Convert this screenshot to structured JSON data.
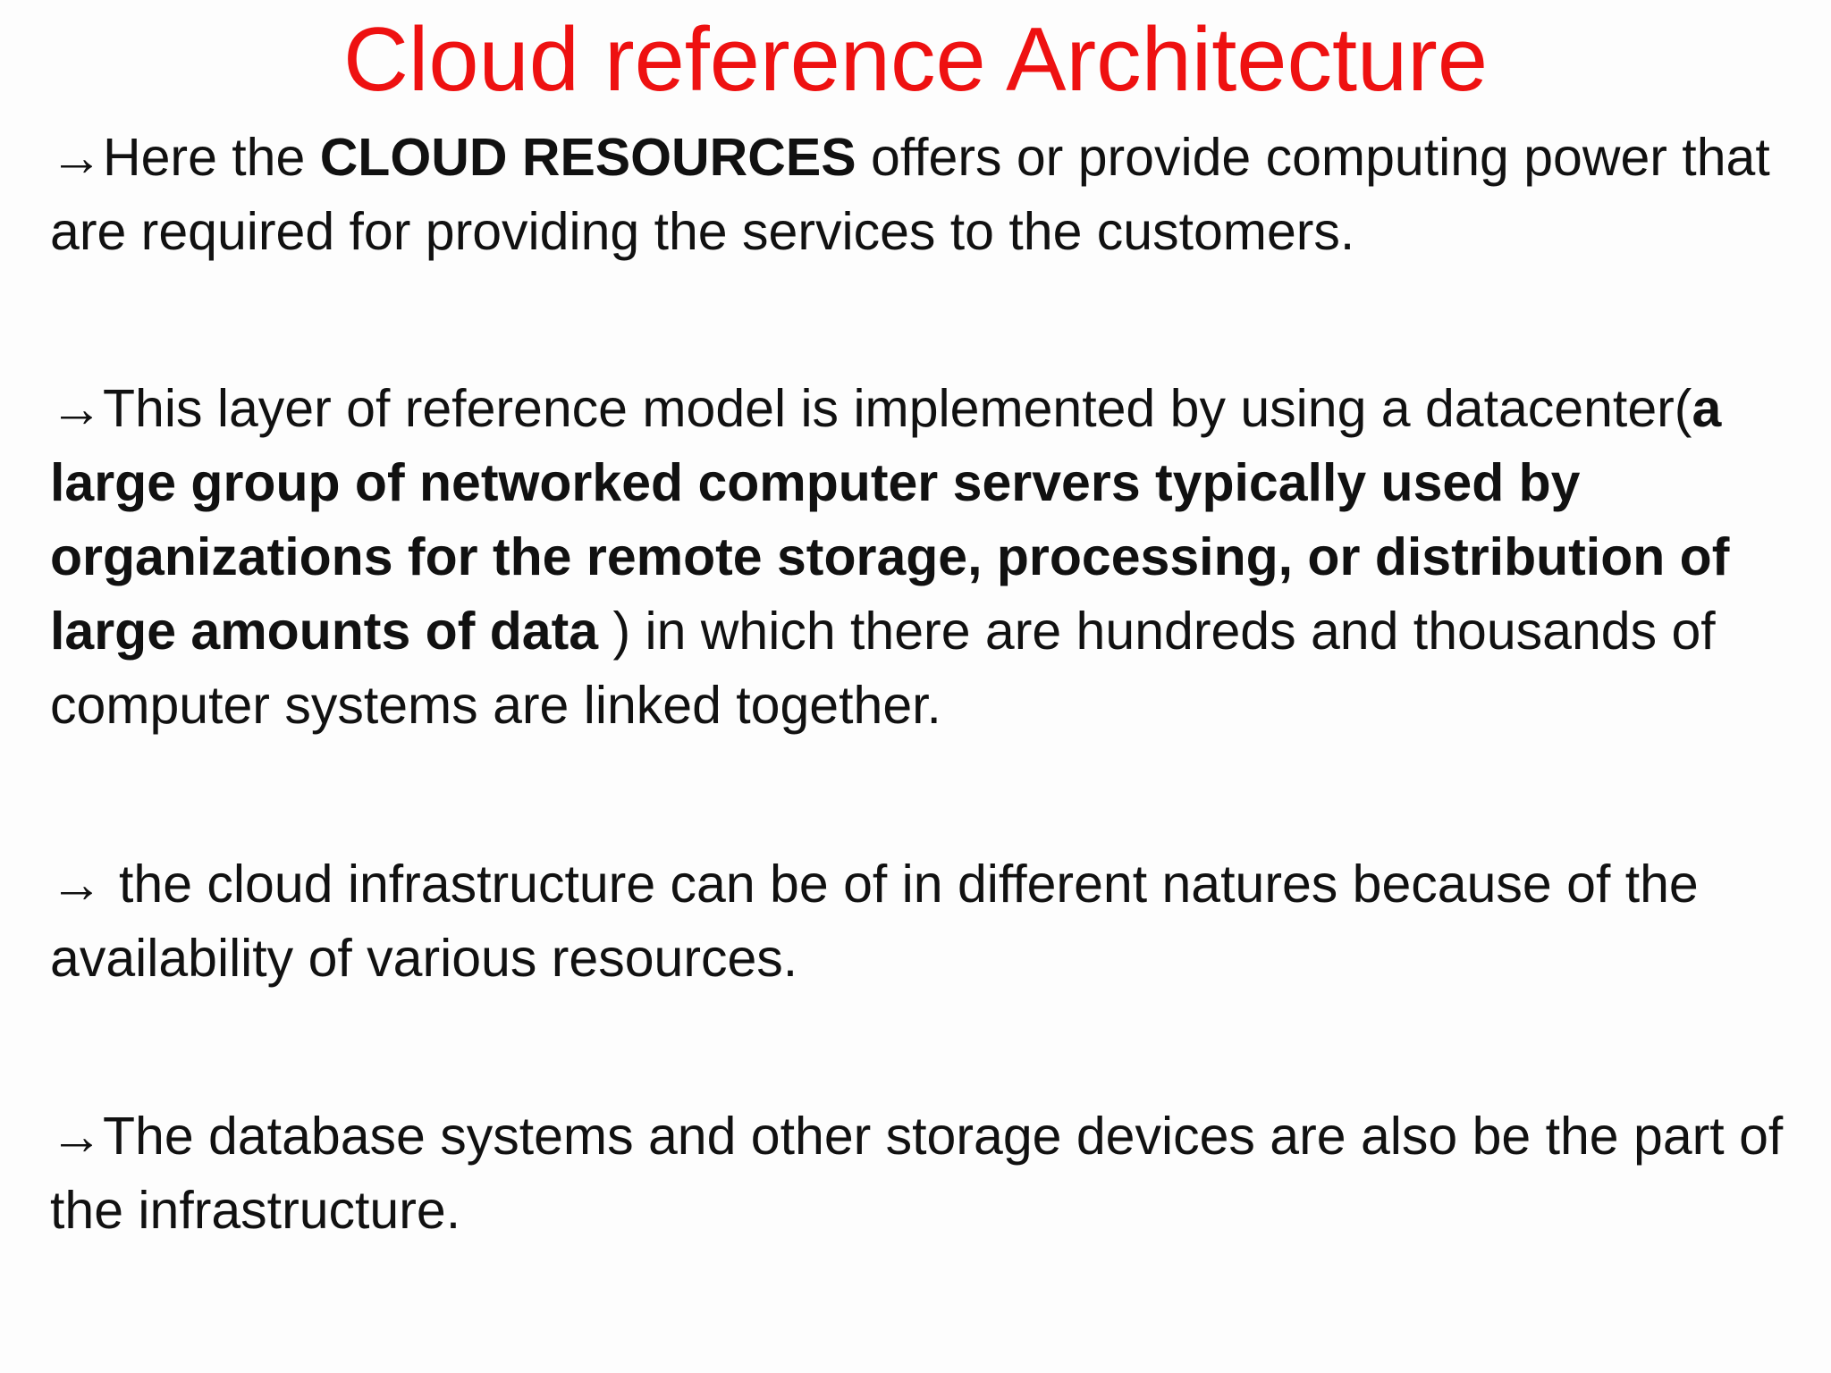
{
  "slide": {
    "title": "Cloud reference Architecture",
    "arrow_glyph": "→",
    "paragraphs": [
      {
        "segments": [
          {
            "text": "Here the ",
            "bold": false
          },
          {
            "text": "CLOUD RESOURCES",
            "bold": true
          },
          {
            "text": " offers or provide computing power that are required for providing the services to the customers.",
            "bold": false
          }
        ]
      },
      {
        "segments": [
          {
            "text": "This layer of reference model is implemented by using a datacenter(",
            "bold": false
          },
          {
            "text": "a large group of networked computer servers typically used by organizations for the remote storage, processing, or distribution of large amounts of data",
            "bold": true
          },
          {
            "text": " ) in which there are hundreds and thousands of computer systems are linked together.",
            "bold": false
          }
        ]
      },
      {
        "segments": [
          {
            "text": "the cloud infrastructure can be of in different natures because of the availability of various resources.",
            "bold": false
          }
        ]
      },
      {
        "segments": [
          {
            "text": "The database systems and other storage devices are also be the part of the infrastructure.",
            "bold": false
          }
        ]
      }
    ]
  }
}
